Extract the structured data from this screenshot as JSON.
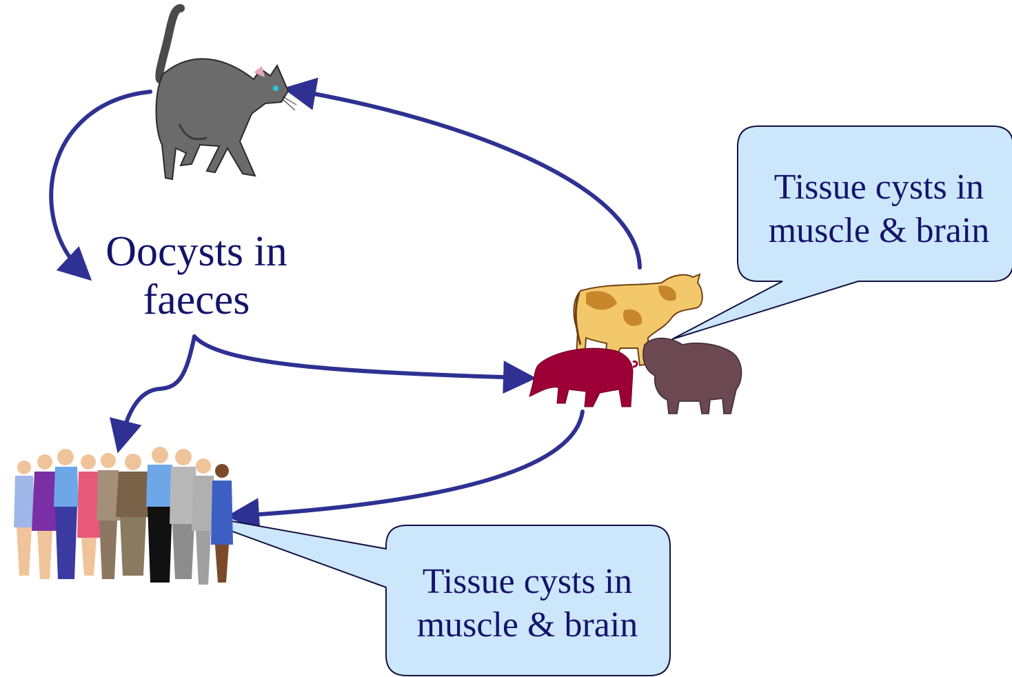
{
  "diagram": {
    "center_label": {
      "line1": "Oocysts in",
      "line2": "faeces"
    },
    "callouts": [
      {
        "line1": "Tissue cysts in",
        "line2": "muscle & brain"
      },
      {
        "line1": "Tissue cysts in",
        "line2": "muscle & brain"
      }
    ],
    "icons": [
      "cat-icon",
      "cow-icon",
      "pig-icon",
      "sheep-icon",
      "people-group-icon"
    ],
    "colors": {
      "arrow": "#2e3192",
      "text": "#14146b",
      "callout_fill": "#cce6fb",
      "callout_stroke": "#101040"
    }
  }
}
